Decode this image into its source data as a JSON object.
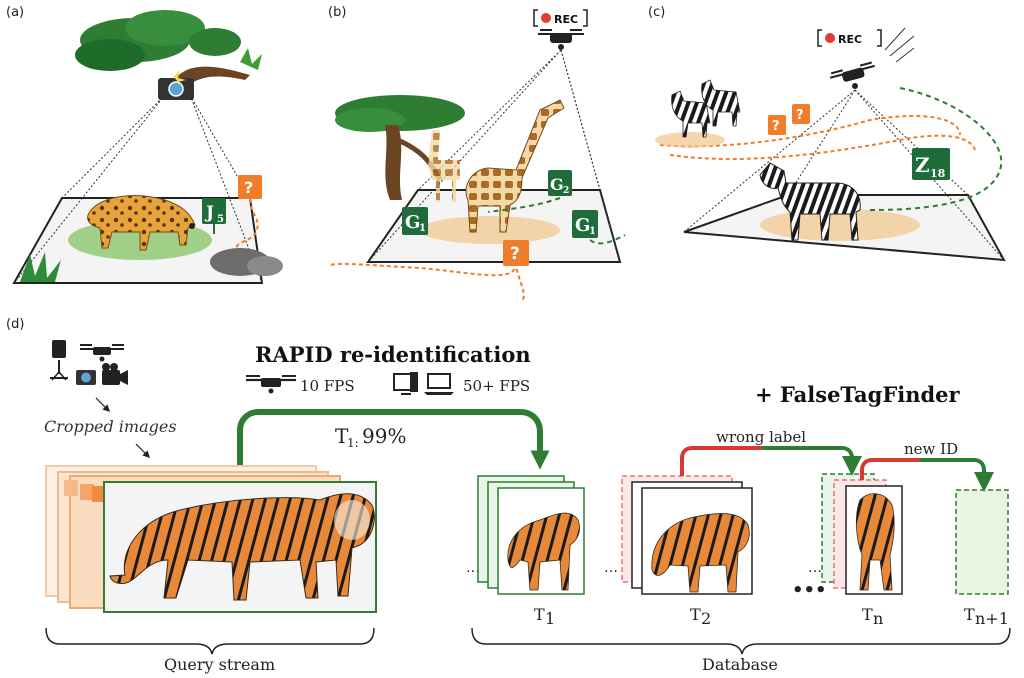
{
  "panels": {
    "a": {
      "label": "(a)",
      "tag": "J",
      "tag_sub": "5",
      "unknown": "?"
    },
    "b": {
      "label": "(b)",
      "rec": "REC",
      "tag_left": "G",
      "tag_left_sub": "1",
      "tag_top": "G",
      "tag_top_sub": "2",
      "tag_right": "G",
      "tag_right_sub": "1",
      "unknown": "?"
    },
    "c": {
      "label": "(c)",
      "rec": "REC",
      "tag": "Z",
      "tag_sub": "18",
      "unknown": "?"
    },
    "d": {
      "label": "(d)",
      "title": "RAPID re-identification",
      "drone_fps": "10 FPS",
      "computer_fps": "50+ FPS",
      "cropped_images": "Cropped images",
      "match_prefix": "T",
      "match_sub": "1:",
      "match_value": " 99%",
      "falsetag": "+ FalseTagFinder",
      "wrong_label": "wrong label",
      "new_id": "new ID",
      "ellipsis": "…",
      "db_labels": [
        {
          "main": "T",
          "sub": "1"
        },
        {
          "main": "T",
          "sub": "2"
        },
        {
          "main": "T",
          "sub": "n"
        },
        {
          "main": "T",
          "sub": "n+1"
        }
      ],
      "query_stream": "Query stream",
      "database": "Database"
    }
  },
  "colors": {
    "green_tag": "#1f6b3a",
    "orange_tag": "#ef7d2a",
    "green_arrow": "#2e7d32",
    "red_arrow": "#d63a2f",
    "tiger_orange": "#e8893a",
    "jaguar": "#e1a23a",
    "giraffe": "#b8782e"
  },
  "icons": [
    "tree-icon",
    "camera-trap-icon",
    "drone-icon",
    "rec-indicator-icon",
    "zebra-icon",
    "giraffe-icon",
    "jaguar-icon",
    "tiger-icon",
    "camera-icon",
    "video-camera-icon",
    "desktop-icon",
    "laptop-icon"
  ]
}
